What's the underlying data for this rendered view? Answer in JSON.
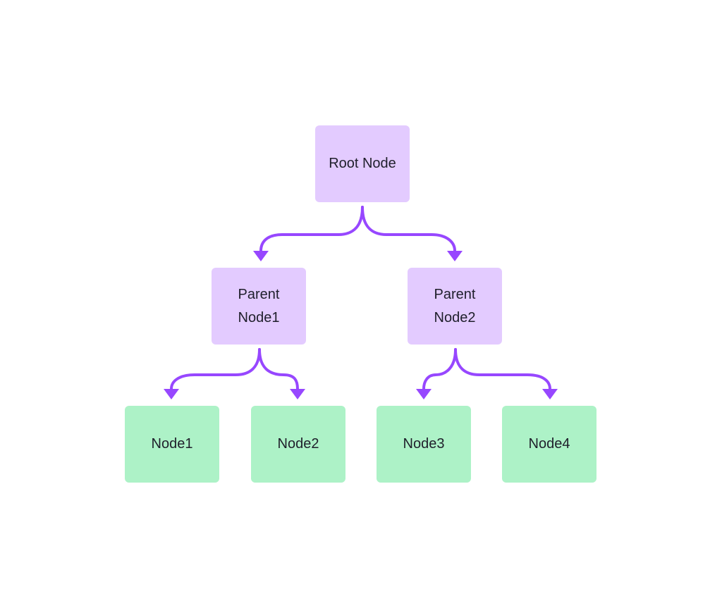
{
  "diagram": {
    "type": "tree",
    "colors": {
      "internal_node": "#e3cbff",
      "leaf_node": "#adf2c7",
      "edge": "#9747ff",
      "text": "#1f1f2b",
      "background": "#ffffff"
    },
    "nodes": {
      "root": {
        "label": "Root Node"
      },
      "parent1": {
        "label": "Parent\nNode1"
      },
      "parent2": {
        "label": "Parent\nNode2"
      },
      "node1": {
        "label": "Node1"
      },
      "node2": {
        "label": "Node2"
      },
      "node3": {
        "label": "Node3"
      },
      "node4": {
        "label": "Node4"
      }
    },
    "edges": [
      {
        "from": "root",
        "to": "parent1"
      },
      {
        "from": "root",
        "to": "parent2"
      },
      {
        "from": "parent1",
        "to": "node1"
      },
      {
        "from": "parent1",
        "to": "node2"
      },
      {
        "from": "parent2",
        "to": "node3"
      },
      {
        "from": "parent2",
        "to": "node4"
      }
    ]
  }
}
